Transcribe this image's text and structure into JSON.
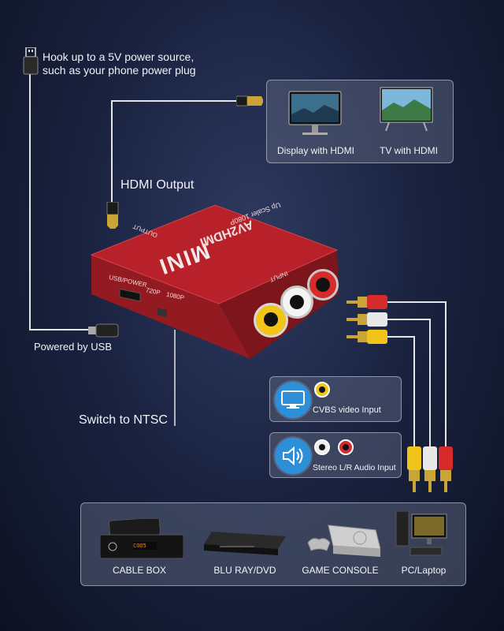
{
  "power_note": {
    "line1": "Hook up to a 5V power source,",
    "line2": "such as your phone power plug"
  },
  "output_panel": {
    "devices": [
      {
        "label": "Display with HDMI",
        "icon": "monitor-icon"
      },
      {
        "label": "TV with HDMI",
        "icon": "tv-icon"
      }
    ]
  },
  "labels": {
    "hdmi_output": "HDMI Output",
    "powered_by_usb": "Powered by USB",
    "switch_ntsc": "Switch to NTSC"
  },
  "device": {
    "brand": "MINI",
    "model": "AV2HDMI",
    "subtitle": "Up Scaler 1080P",
    "port_output": "OUTPUT",
    "port_input": "INPUT",
    "port_usb": "USB/POWER",
    "switch_720": "720P",
    "switch_1080": "1080P"
  },
  "inputs": {
    "video": {
      "label": "CVBS video Input",
      "icon": "monitor-icon"
    },
    "audio": {
      "label": "Stereo L/R Audio Input",
      "icon": "speaker-icon"
    }
  },
  "sources": [
    {
      "label": "CABLE BOX",
      "icon": "set-top-box-icon",
      "display": "COO5"
    },
    {
      "label": "BLU RAY/DVD",
      "icon": "dvd-player-icon"
    },
    {
      "label": "GAME CONSOLE",
      "icon": "game-console-icon"
    },
    {
      "label": "PC/Laptop",
      "icon": "pc-icon"
    }
  ],
  "colors": {
    "device_red": "#b8212a",
    "rca_yellow": "#f0c419",
    "rca_white": "#e8e8e8",
    "rca_red": "#d62b2b",
    "icon_blue": "#2d8fd8"
  }
}
